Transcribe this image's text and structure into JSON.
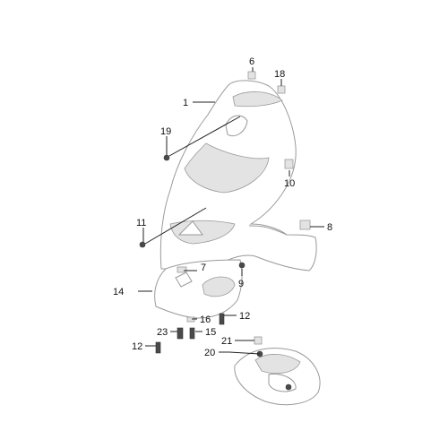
{
  "callouts": {
    "c1": "1",
    "c6": "6",
    "c18": "18",
    "c19": "19",
    "c10": "10",
    "c8": "8",
    "c11": "11",
    "c7": "7",
    "c9": "9",
    "c14": "14",
    "c16": "16",
    "c12a": "12",
    "c23": "23",
    "c15": "15",
    "c12b": "12",
    "c21": "21",
    "c20": "20"
  },
  "colors": {
    "line": "#9a9a9a",
    "shade": "#e3e3e3",
    "text": "#111111"
  }
}
